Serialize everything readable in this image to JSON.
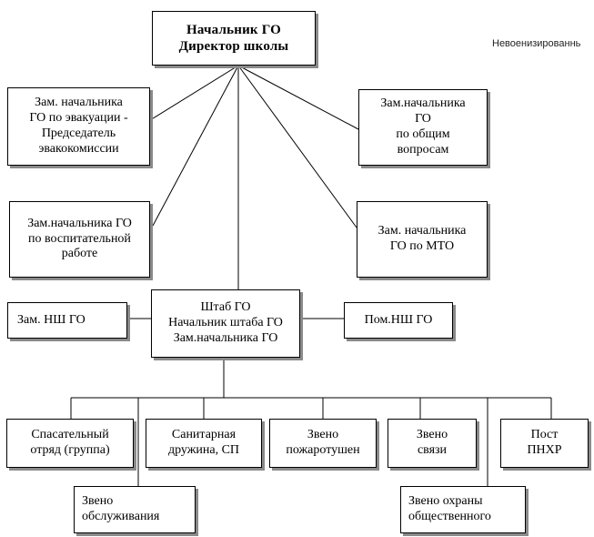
{
  "side_note": "Невоенизированнь",
  "nodes": {
    "head": "Начальник ГО\nДиректор школы",
    "deputy_evac": "Зам. начальника\nГО по эвакуации -\nПредседатель\nэвакокомиссии",
    "deputy_general": "Зам.начальника\nГО\nпо общим\nвопросам",
    "deputy_edu": "Зам.начальника ГО\nпо воспитательной\nработе",
    "deputy_mto": "Зам. начальника\nГО по МТО",
    "staff": "Штаб ГО\nНачальник штаба ГО\nЗам.начальника ГО",
    "deputy_chief_staff": "Зам. НШ ГО",
    "assistant_chief_staff": "Пом.НШ ГО",
    "rescue": "Спасательный\nотряд (группа)",
    "sanitary": "Санитарная\nдружина, СП",
    "fire": "Звено\nпожаротушен",
    "comm": "Звено\nсвязи",
    "pnhr": "Пост\nПНХР",
    "service": "Звено\nобслуживания",
    "public_order": "Звено охраны\nобщественного"
  }
}
